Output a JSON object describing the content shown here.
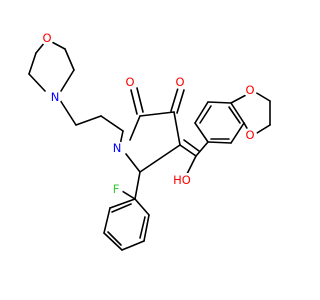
{
  "colors": {
    "background": "#ffffff",
    "bond": "#000000",
    "oxygen": "#ff0000",
    "nitrogen": "#0000ff",
    "fluorine": "#33cc33"
  },
  "atom_labels": {
    "morpholine_o": "O",
    "morpholine_n": "N",
    "pyrrolidine_n": "N",
    "carbonyl_o_1": "O",
    "carbonyl_o_2": "O",
    "benzodioxine_o_1": "O",
    "benzodioxine_o_2": "O",
    "hydroxyl": "HO",
    "fluorine": "F"
  }
}
